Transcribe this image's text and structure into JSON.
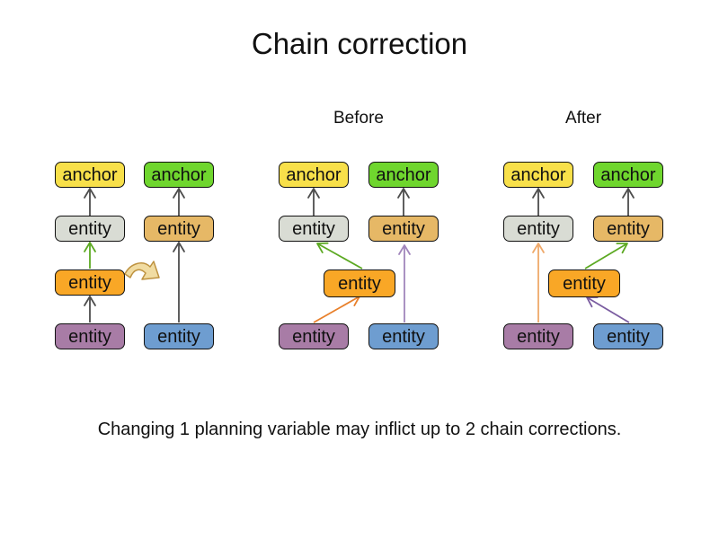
{
  "title": "Chain correction",
  "caption": "Changing 1 planning variable may inflict up to 2 chain corrections.",
  "colors": {
    "anchor_yellow": "#F8E04A",
    "anchor_green": "#6FD62E",
    "entity_gray": "#D9DCD4",
    "entity_tan": "#E6B866",
    "entity_orange": "#F9A726",
    "entity_purple": "#A87CA6",
    "entity_blue": "#6E9DD0",
    "arrow_dark": "#4D4D4D",
    "arrow_green": "#5CA922",
    "arrow_orange": "#E8802B",
    "arrow_light_orange": "#EFA96A",
    "arrow_lavender": "#A186BC",
    "arrow_purple": "#7A5CA0",
    "move_arrow_fill": "#F1DCA2",
    "move_arrow_stroke": "#BE9240"
  },
  "diagrams": [
    {
      "name": "initial",
      "label": "",
      "boxes": [
        {
          "label": "anchor",
          "color": "anchor_yellow"
        },
        {
          "label": "anchor",
          "color": "anchor_green"
        },
        {
          "label": "entity",
          "color": "entity_gray"
        },
        {
          "label": "entity",
          "color": "entity_tan"
        },
        {
          "label": "entity",
          "color": "entity_orange"
        },
        {
          "label": "entity",
          "color": "entity_purple"
        },
        {
          "label": "entity",
          "color": "entity_blue"
        }
      ],
      "arrows": [
        {
          "from": "entity-gray",
          "to": "anchor-yellow",
          "color": "arrow_dark"
        },
        {
          "from": "entity-orange",
          "to": "entity-gray",
          "color": "arrow_green"
        },
        {
          "from": "entity-purple",
          "to": "entity-orange",
          "color": "arrow_dark"
        },
        {
          "from": "entity-tan",
          "to": "anchor-green",
          "color": "arrow_dark"
        },
        {
          "from": "entity-blue",
          "to": "entity-tan",
          "color": "arrow_dark"
        },
        {
          "type": "move",
          "from": "entity-orange",
          "to": "second-chain",
          "color": "move_arrow_fill"
        }
      ]
    },
    {
      "name": "before",
      "label": "Before",
      "boxes": [
        {
          "label": "anchor",
          "color": "anchor_yellow"
        },
        {
          "label": "anchor",
          "color": "anchor_green"
        },
        {
          "label": "entity",
          "color": "entity_gray"
        },
        {
          "label": "entity",
          "color": "entity_tan"
        },
        {
          "label": "entity",
          "color": "entity_orange"
        },
        {
          "label": "entity",
          "color": "entity_purple"
        },
        {
          "label": "entity",
          "color": "entity_blue"
        }
      ],
      "arrows": [
        {
          "from": "entity-gray",
          "to": "anchor-yellow",
          "color": "arrow_dark"
        },
        {
          "from": "entity-tan",
          "to": "anchor-green",
          "color": "arrow_dark"
        },
        {
          "from": "entity-orange",
          "to": "entity-gray",
          "color": "arrow_green"
        },
        {
          "from": "entity-purple",
          "to": "entity-orange",
          "color": "arrow_orange"
        },
        {
          "from": "entity-blue",
          "to": "entity-tan",
          "color": "arrow_lavender"
        }
      ]
    },
    {
      "name": "after",
      "label": "After",
      "boxes": [
        {
          "label": "anchor",
          "color": "anchor_yellow"
        },
        {
          "label": "anchor",
          "color": "anchor_green"
        },
        {
          "label": "entity",
          "color": "entity_gray"
        },
        {
          "label": "entity",
          "color": "entity_tan"
        },
        {
          "label": "entity",
          "color": "entity_orange"
        },
        {
          "label": "entity",
          "color": "entity_purple"
        },
        {
          "label": "entity",
          "color": "entity_blue"
        }
      ],
      "arrows": [
        {
          "from": "entity-gray",
          "to": "anchor-yellow",
          "color": "arrow_dark"
        },
        {
          "from": "entity-tan",
          "to": "anchor-green",
          "color": "arrow_dark"
        },
        {
          "from": "entity-purple",
          "to": "entity-gray",
          "color": "arrow_light_orange"
        },
        {
          "from": "entity-orange",
          "to": "entity-tan",
          "color": "arrow_green"
        },
        {
          "from": "entity-blue",
          "to": "entity-orange",
          "color": "arrow_purple"
        }
      ]
    }
  ]
}
